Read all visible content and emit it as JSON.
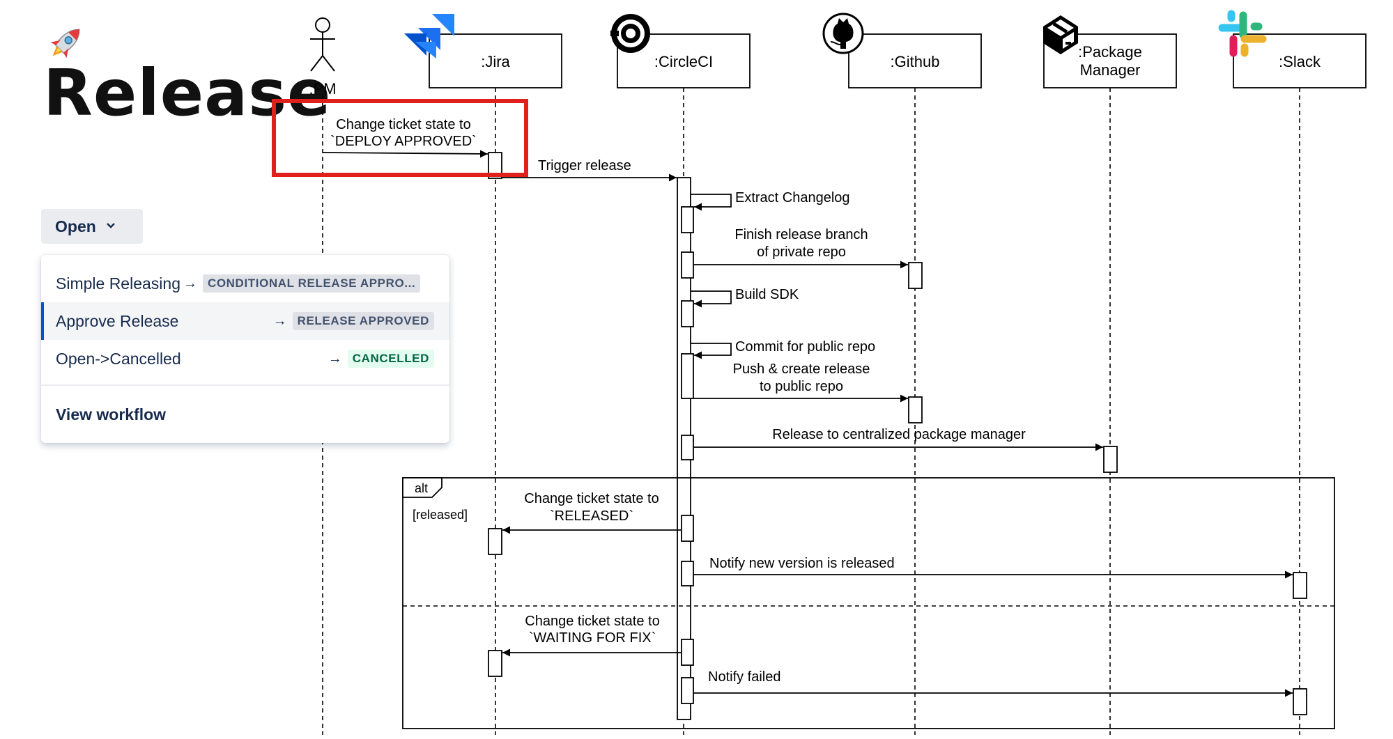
{
  "page": {
    "title": "Release"
  },
  "participants": [
    {
      "id": "pm",
      "label": ":PM",
      "icon": "stick-figure-icon"
    },
    {
      "id": "jira",
      "label": ":Jira",
      "icon": "jira-icon"
    },
    {
      "id": "circleci",
      "label": ":CircleCI",
      "icon": "circleci-icon"
    },
    {
      "id": "github",
      "label": ":Github",
      "icon": "github-icon"
    },
    {
      "id": "pkg",
      "label_lines": [
        ":Package",
        "Manager"
      ],
      "icon": "package-icon"
    },
    {
      "id": "slack",
      "label": ":Slack",
      "icon": "slack-icon"
    }
  ],
  "messages": {
    "change_deploy": [
      "Change ticket state to",
      "`DEPLOY APPROVED`"
    ],
    "trigger": "Trigger release",
    "extract": "Extract Changelog",
    "finish": [
      "Finish release branch",
      "of private repo"
    ],
    "build": "Build SDK",
    "commit": "Commit for public repo",
    "push": [
      "Push & create release",
      "to public repo"
    ],
    "release_pkg": "Release to centralized package manager",
    "change_released": [
      "Change ticket state to",
      "`RELEASED`"
    ],
    "notify_released": "Notify new version is released",
    "change_waiting": [
      "Change ticket state to",
      "`WAITING FOR FIX`"
    ],
    "notify_failed": "Notify failed"
  },
  "alt_frame": {
    "label": "alt",
    "guard": "[released]"
  },
  "status_button": {
    "label": "Open",
    "chevron": "chevron-down-icon"
  },
  "transitions_menu": {
    "items": [
      {
        "label": "Simple Releasing",
        "target": "CONDITIONAL RELEASE APPRO...",
        "style": "grey"
      },
      {
        "label": "Approve Release",
        "target": "RELEASE APPROVED",
        "style": "grey"
      },
      {
        "label": "Open->Cancelled",
        "target": "CANCELLED",
        "style": "green"
      }
    ],
    "footer": "View workflow"
  },
  "colors": {
    "highlight": "#e0201d",
    "selected_bar": "#0052cc",
    "jira_blue": "#2684ff"
  }
}
